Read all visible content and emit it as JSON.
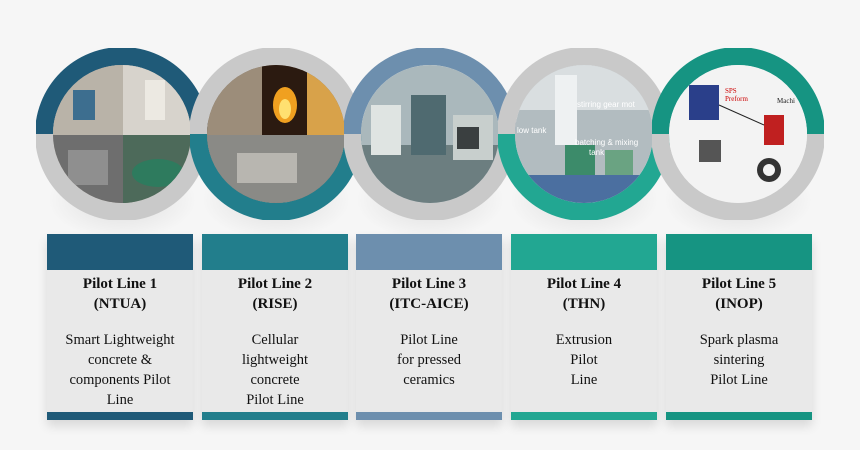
{
  "colors": {
    "grey": "#c9c9c9",
    "pl1": "#1f5a78",
    "pl2": "#227e8c",
    "pl3": "#6d8fae",
    "pl4": "#22a792",
    "pl5": "#169482"
  },
  "pilot_lines": [
    {
      "title_line1": "Pilot Line 1",
      "title_line2": "(NTUA)",
      "desc": [
        "Smart Lightweight",
        "concrete &",
        "components Pilot",
        "Line"
      ],
      "color": "#1f5a78",
      "ring_top": "pl1",
      "ring_bottom": "grey"
    },
    {
      "title_line1": "Pilot Line 2",
      "title_line2": "(RISE)",
      "desc": [
        "Cellular",
        "lightweight",
        "concrete",
        "Pilot Line"
      ],
      "color": "#227e8c",
      "ring_top": "grey",
      "ring_bottom": "pl2"
    },
    {
      "title_line1": "Pilot Line 3",
      "title_line2": "(ITC-AICE)",
      "desc": [
        "Pilot Line",
        "for pressed",
        "ceramics"
      ],
      "color": "#6d8fae",
      "ring_top": "pl3",
      "ring_bottom": "grey"
    },
    {
      "title_line1": "Pilot Line 4",
      "title_line2": "(THN)",
      "desc": [
        "Extrusion",
        "Pilot",
        "Line"
      ],
      "color": "#22a792",
      "ring_top": "grey",
      "ring_bottom": "pl4"
    },
    {
      "title_line1": "Pilot Line 5",
      "title_line2": "(INOP)",
      "desc": [
        "Spark plasma",
        "sintering",
        "Pilot Line"
      ],
      "color": "#169482",
      "ring_top": "pl5",
      "ring_bottom": "grey"
    }
  ],
  "photo_labels": {
    "pl4_a": "stirring gear mot",
    "pl4_b": "low tank",
    "pl4_c": "batching & mixing",
    "pl4_d": "tank",
    "pl5_a": "SPS",
    "pl5_b": "Preform",
    "pl5_c": "Machi"
  }
}
